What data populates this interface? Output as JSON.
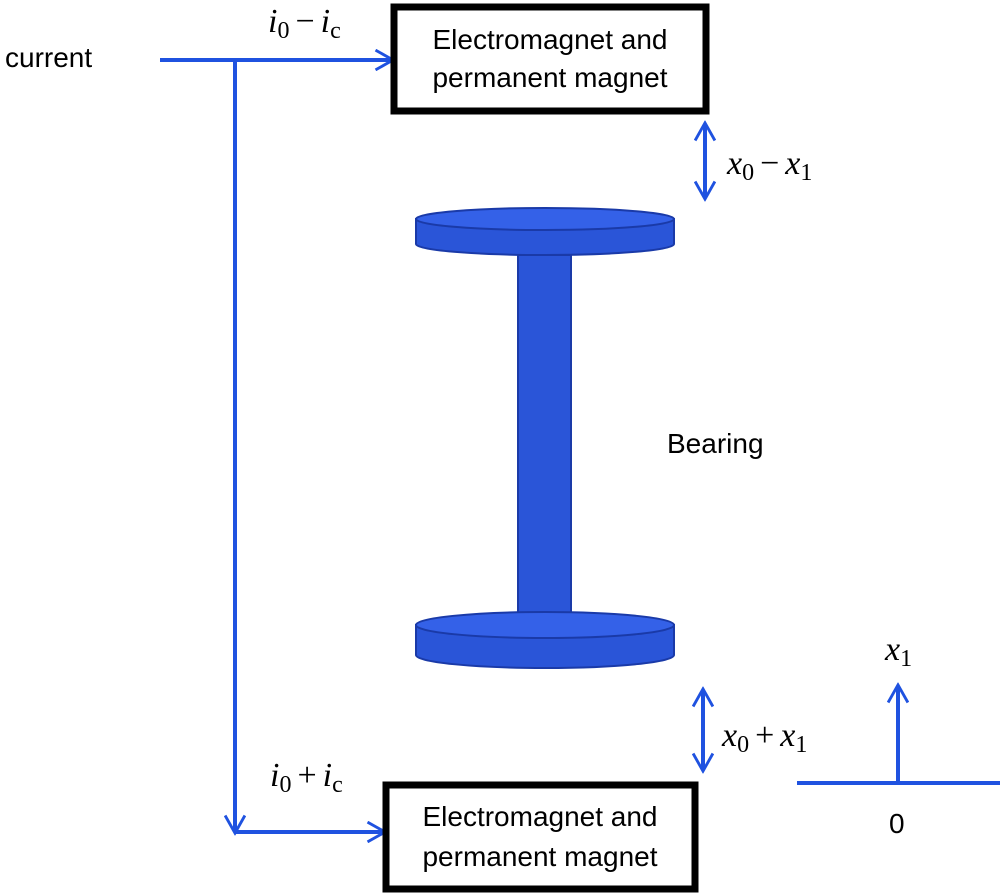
{
  "diagram": {
    "current_label": "current",
    "bearing_label": "Bearing",
    "top_magnet": {
      "line1": "Electromagnet and",
      "line2": "permanent magnet"
    },
    "bottom_magnet": {
      "line1": "Electromagnet and",
      "line2": "permanent magnet"
    },
    "top_current": {
      "a": "i",
      "a_sub": "0",
      "op": "−",
      "b": "i",
      "b_sub": "c"
    },
    "bottom_current": {
      "a": "i",
      "a_sub": "0",
      "op": "+",
      "b": "i",
      "b_sub": "c"
    },
    "top_gap": {
      "a": "x",
      "a_sub": "0",
      "op": "−",
      "b": "x",
      "b_sub": "1"
    },
    "bottom_gap": {
      "a": "x",
      "a_sub": "0",
      "op": "+",
      "b": "x",
      "b_sub": "1"
    },
    "axis_label": {
      "v": "x",
      "v_sub": "1"
    },
    "axis_origin": "0",
    "colors": {
      "wire": "#1f52e0",
      "bearing_fill": "#2a55d8",
      "bearing_edge": "#1a3aa8",
      "box_border": "#000000"
    }
  }
}
